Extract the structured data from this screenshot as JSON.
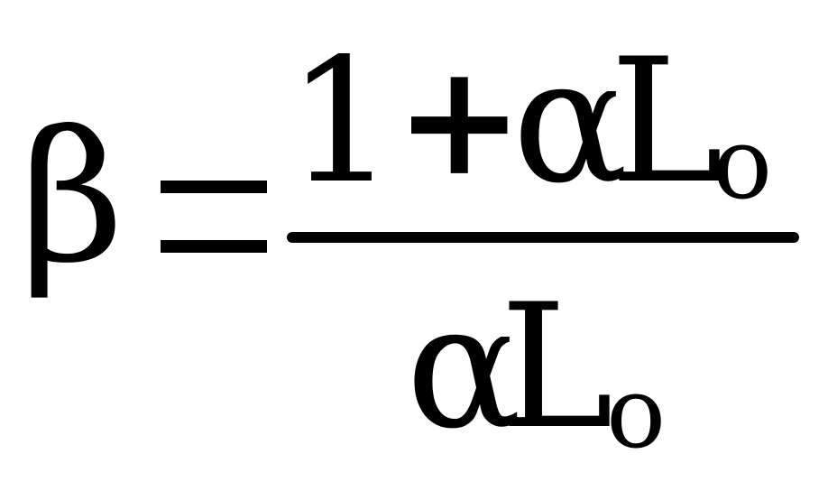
{
  "equation": {
    "lhs": "β",
    "numerator": {
      "one": "1",
      "plus": "+",
      "alpha": "α",
      "L": "L",
      "subscript": "o"
    },
    "denominator": {
      "alpha": "α",
      "L": "L",
      "subscript": "o"
    }
  }
}
